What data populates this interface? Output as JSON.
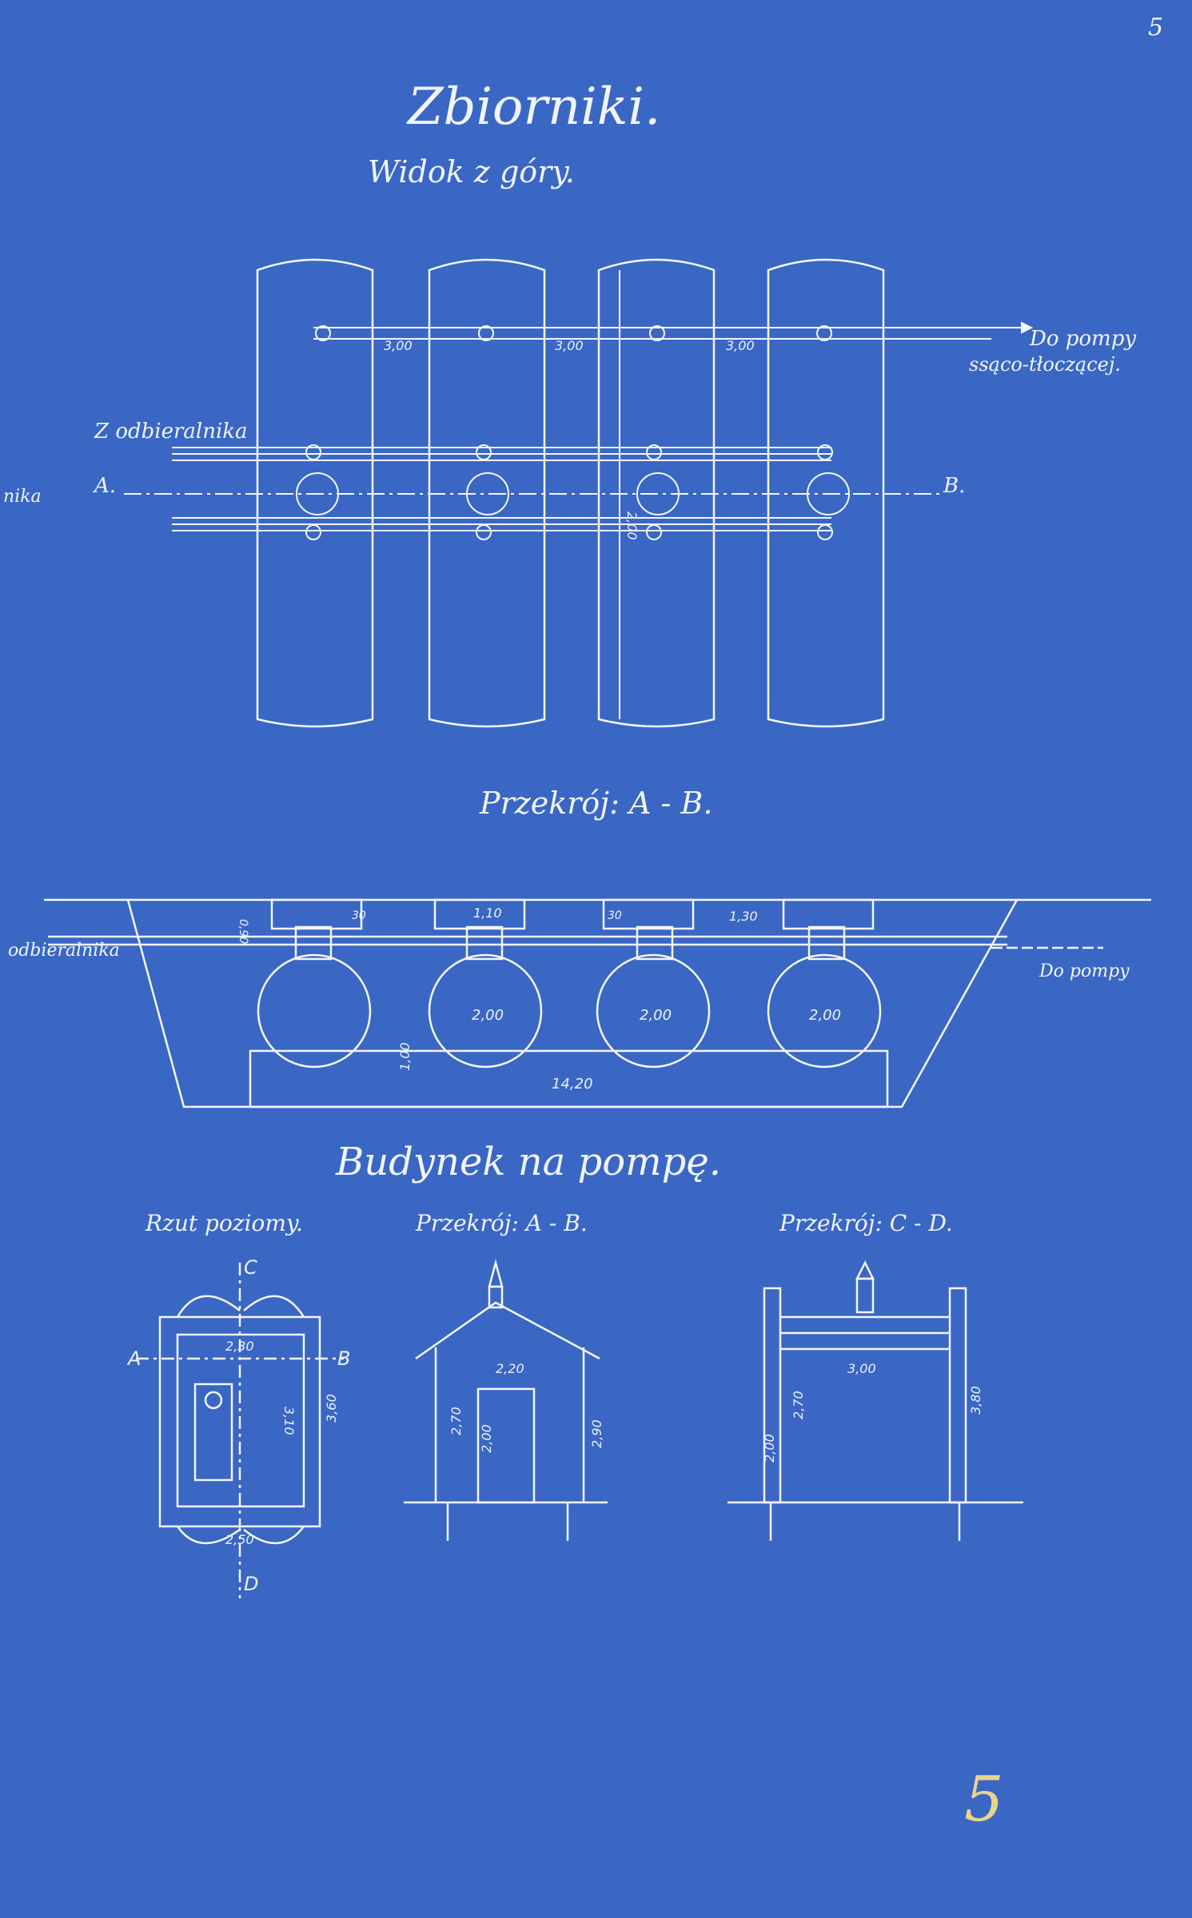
{
  "sheet": {
    "page_number_top": "5",
    "page_number_bottom": "5"
  },
  "tanks": {
    "title": "Zbiorniki.",
    "top_view_title": "Widok z góry.",
    "label_to_pump_1": "Do pompy",
    "label_to_pump_2": "ssąco-tłoczącej.",
    "label_from_collector": "Z odbieralnika",
    "label_left_edge": "nika",
    "point_a": "A.",
    "point_b": "B.",
    "spacing_1": "3,00",
    "spacing_2": "3,00",
    "spacing_3": "3,00",
    "tank_dim": "2,00"
  },
  "section_ab": {
    "title": "Przekrój: A - B.",
    "label_from_collector": "odbieralnika",
    "label_to_pump": "Do pompy",
    "dim_090": "0,90",
    "dim_30_left": "30",
    "dim_110": "1,10",
    "dim_30_right": "30",
    "dim_130": "1,30",
    "diam_1": "2,00",
    "diam_2": "2,00",
    "diam_3": "2,00",
    "dim_100": "1,00",
    "dim_length": "14,20"
  },
  "pump_house": {
    "title": "Budynek na pompę.",
    "plan_title": "Rzut poziomy.",
    "plan_point_a": "A",
    "plan_point_b": "B",
    "plan_point_c": "C",
    "plan_point_d": "D",
    "plan_dim_width": "2,30",
    "plan_dim_depth": "3,60",
    "plan_dim_inner": "3,10",
    "plan_dim_bottom": "2,50",
    "section_ab_title": "Przekrój: A - B.",
    "section_ab_width": "2,20",
    "section_ab_height_inner": "2,70",
    "section_ab_door": "2,00",
    "section_ab_height_outer": "2,90",
    "section_cd_title": "Przekrój: C - D.",
    "section_cd_width": "3,00",
    "section_cd_h1": "2,00",
    "section_cd_h2": "2,70",
    "section_cd_h3": "3,80"
  }
}
